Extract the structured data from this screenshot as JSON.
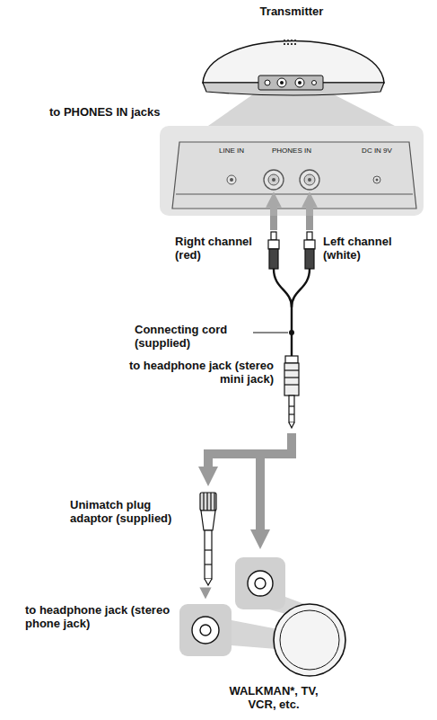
{
  "diagram": {
    "nodes": [
      {
        "text": [
          "LINE IN",
          "PHONES IN",
          "DC IN 9V"
        ]
      }
    ],
    "labels": [
      "Transmitter",
      "to PHONES IN jacks",
      "Right channel (red)",
      "Left channel (white)",
      "Connecting cord (supplied)",
      "to headphone jack (stereo mini jack)",
      "Unimatch plug adaptor (supplied)",
      "to headphone jack (stereo phone jack)",
      "WALKMAN*, TV, VCR, etc."
    ]
  }
}
